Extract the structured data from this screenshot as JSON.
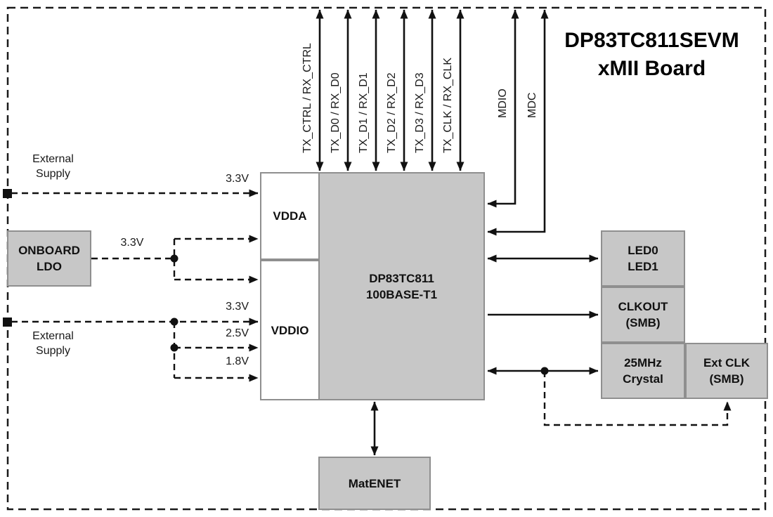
{
  "title": {
    "line1": "DP83TC811SEVM",
    "line2": "xMII Board"
  },
  "top_signals": [
    "TX_CTRL / RX_CTRL",
    "TX_D0 / RX_D0",
    "TX_D1 / RX_D1",
    "TX_D2 / RX_D2",
    "TX_D3 / RX_D3",
    "TX_CLK / RX_CLK"
  ],
  "mgmt_signals": [
    "MDIO",
    "MDC"
  ],
  "blocks": {
    "phy": {
      "line1": "DP83TC811",
      "line2": "100BASE-T1"
    },
    "vdda": "VDDA",
    "vddio": "VDDIO",
    "onboard_ldo": {
      "line1": "ONBOARD",
      "line2": "LDO"
    },
    "led": {
      "line1": "LED0",
      "line2": "LED1"
    },
    "clkout": {
      "line1": "CLKOUT",
      "line2": "(SMB)"
    },
    "crystal": {
      "line1": "25MHz",
      "line2": "Crystal"
    },
    "ext_clk": {
      "line1": "Ext CLK",
      "line2": "(SMB)"
    },
    "matenet": "MatENET"
  },
  "labels": {
    "external_supply_top": {
      "line1": "External",
      "line2": "Supply"
    },
    "external_supply_bottom": {
      "line1": "External",
      "line2": "Supply"
    },
    "v33_top": "3.3V",
    "v33_ldo": "3.3V",
    "v33_mid": "3.3V",
    "v25": "2.5V",
    "v18": "1.8V"
  },
  "colors": {
    "block_fill": "#c7c7c7",
    "block_border": "#8f8f8f",
    "line": "#111111",
    "background": "#ffffff"
  }
}
